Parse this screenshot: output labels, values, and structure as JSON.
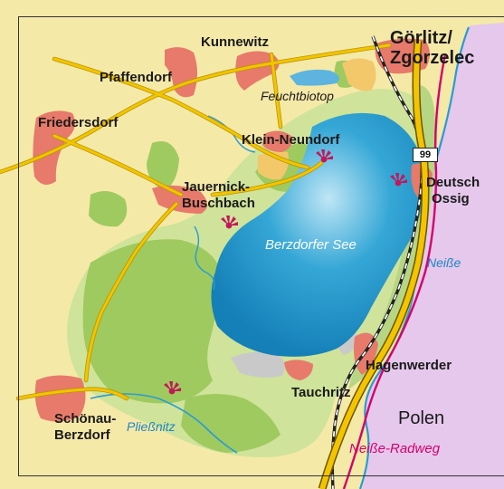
{
  "towns": {
    "kunnewitz": "Kunnewitz",
    "pfaffendorf": "Pfaffendorf",
    "friedersdorf": "Friedersdorf",
    "goerlitz_1": "Görlitz/",
    "goerlitz_2": "Zgorzelec",
    "klein_neundorf": "Klein-Neundorf",
    "jauernick_1": "Jauernick-",
    "jauernick_2": "Buschbach",
    "deutsch_ossig_1": "Deutsch",
    "deutsch_ossig_2": "Ossig",
    "hagenwerder": "Hagenwerder",
    "tauchritz": "Tauchritz",
    "schoenau_1": "Schönau-",
    "schoenau_2": "Berzdorf"
  },
  "water": {
    "feuchtbiotop": "Feuchtbiotop",
    "lake": "Berzdorfer See",
    "neisse": "Neiße",
    "pliessnitz": "Pließnitz"
  },
  "country": "Polen",
  "route": {
    "road_number": "99",
    "bike_path": "Neiße-Radweg"
  },
  "legend_icons": [
    "viewpoint-icon",
    "viewpoint-icon",
    "viewpoint-icon",
    "viewpoint-icon"
  ],
  "colors": {
    "background": "#f5e9a8",
    "lake": "#1a96c8",
    "green_area": "#cfe39a",
    "forest": "#9fca5f",
    "town": "#e77a6a",
    "road": "#f4c400",
    "river": "#2a9bd4",
    "bike_path": "#d4006d",
    "poland": "#e5c8ec"
  }
}
